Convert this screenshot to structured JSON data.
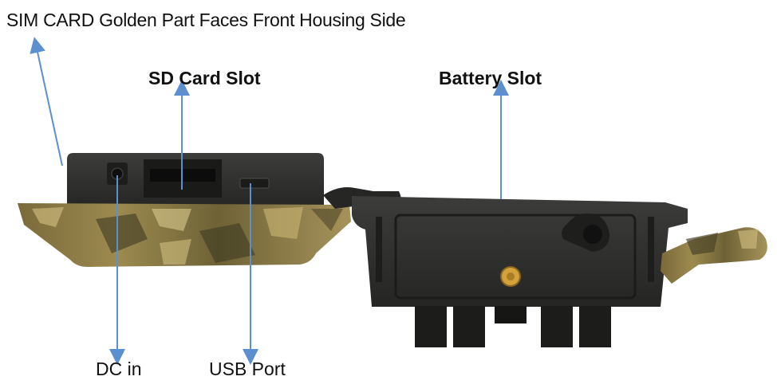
{
  "labels": {
    "sim_card": "SIM CARD Golden Part Faces Front Housing Side",
    "sd_card_slot": "SD Card Slot",
    "battery_slot": "Battery Slot",
    "dc_in": "DC in",
    "usb_port": "USB Port"
  },
  "colors": {
    "arrow": "#5b8fcf",
    "housing": "#2f2f2d",
    "housing_dark": "#1d1d1c",
    "camo_base": "#8a7642",
    "camo_light": "#c9b77a",
    "camo_dark": "#4a4428",
    "screw": "#d4a23a"
  },
  "icons": [
    "up-arrow-icon"
  ]
}
